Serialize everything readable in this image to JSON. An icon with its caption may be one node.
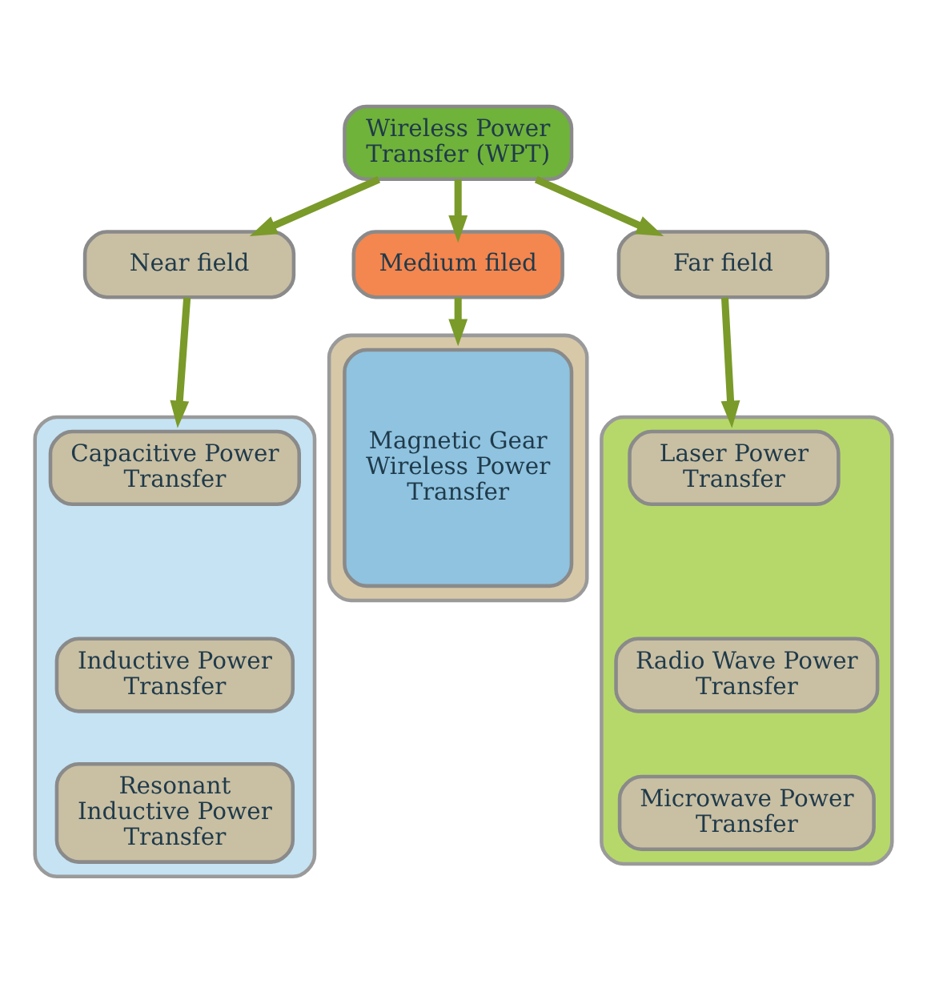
{
  "diagram": {
    "nodes": [
      {
        "text": [
          "Wireless Power Transfer (WPT)"
        ]
      },
      {
        "text": [
          "Near field"
        ]
      },
      {
        "text": [
          "Medium filed"
        ]
      },
      {
        "text": [
          "Far field"
        ]
      },
      {
        "text": [],
        "shape": "box"
      },
      {
        "text": [
          "Capacitive Power Transfer"
        ],
        "in": 4
      },
      {
        "text": [
          "Inductive Power Transfer"
        ],
        "in": 4
      },
      {
        "text": [
          "Resonant Inductive Power Transfer"
        ],
        "in": 4
      },
      {
        "text": [],
        "shape": "box"
      },
      {
        "text": [
          "Magnetic Gear Wireless Power Transfer"
        ],
        "in": 8
      },
      {
        "text": [],
        "shape": "box"
      },
      {
        "text": [
          "Laser Power Transfer"
        ],
        "in": 10
      },
      {
        "text": [
          "Radio Wave Power Transfer"
        ],
        "in": 10
      },
      {
        "text": [
          "Microwave Power Transfer"
        ],
        "in": 10
      }
    ],
    "edges": [
      {
        "from": 0,
        "to": 1,
        "arrow": "to"
      },
      {
        "from": 0,
        "to": 2,
        "arrow": "to"
      },
      {
        "from": 0,
        "to": 3,
        "arrow": "to"
      },
      {
        "from": 1,
        "to": 4,
        "arrow": "to"
      },
      {
        "from": 2,
        "to": 8,
        "arrow": "to"
      },
      {
        "from": 3,
        "to": 10,
        "arrow": "to"
      }
    ]
  }
}
